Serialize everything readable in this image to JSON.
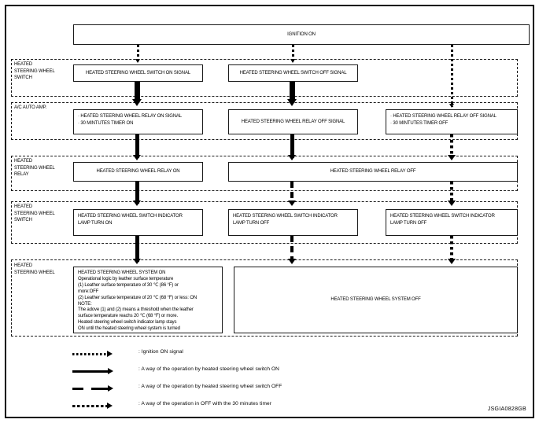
{
  "figure": {
    "code": "JSGIA0828GB"
  },
  "top": {
    "ignition": "IGNITION ON"
  },
  "rows": [
    {
      "label": "HEATED\nSTEERING WHEEL\nSWITCH",
      "boxes": [
        "HEATED STEERING WHEEL SWITCH ON SIGNAL",
        "HEATED STEERING WHEEL SWITCH OFF SIGNAL"
      ]
    },
    {
      "label": "A/C AUTO AMP.",
      "boxes": [
        {
          "lines": [
            "· HEATED STEERING WHEEL RELAY ON SIGNAL",
            "· 30 MINTUTES TIMER ON"
          ]
        },
        {
          "lines": [
            "HEATED STEERING WHEEL RELAY OFF SIGNAL"
          ]
        },
        {
          "lines": [
            "· HEATED STEERING WHEEL RELAY OFF SIGNAL",
            "· 30 MINTUTES TIMER OFF"
          ]
        }
      ]
    },
    {
      "label": "HEATED\nSTEERING WHEEL\nRELAY",
      "boxes": [
        "HEATED STEERING WHEEL RELAY ON",
        "HEATED STEERING WHEEL RELAY OFF"
      ]
    },
    {
      "label": "HEATED\nSTEERING WHEEL\nSWITCH",
      "boxes": [
        {
          "lines": [
            "HEATED STEERING WHEEL SWITCH INDICATOR",
            "LAMP TURN ON"
          ]
        },
        {
          "lines": [
            "HEATED STEERING WHEEL SWITCH INDICATOR",
            "LAMP TURN OFF"
          ]
        },
        {
          "lines": [
            "HEATED STEERING WHEEL SWITCH INDICATOR",
            "LAMP TURN OFF"
          ]
        }
      ]
    },
    {
      "label": "HEATED\nSTEERING WHEEL",
      "detail": {
        "lines": [
          "HEATED STEERING WHEEL SYSTEM ON",
          "Operational logic by leather surface temperature",
          "(1) Leather surface temperature of 30 ℃ (86 °F) or",
          "more:OFF",
          "(2) Leather surface temperature of 20 ℃ (68 °F) or less: ON",
          "NOTE:",
          "The adove (1) and (2) means a threshold when the leather",
          "surface temperature reachs 20 ℃ (68 °F) or more.",
          "Heated steering wheel switch indicator lamp stays",
          "ON until the heated steering wheel system is turned"
        ]
      },
      "off_box": "HEATED STEERING WHEEL SYSTEM OFF"
    }
  ],
  "legend": [
    {
      "symbol": "dotted-fine-arrow",
      "text": ": Ignition ON signal"
    },
    {
      "symbol": "solid-arrow",
      "text": ": A way of the operation by heated steering wheel switch ON"
    },
    {
      "symbol": "dashed-arrow",
      "text": ": A way of the operation by heated steering wheel switch OFF"
    },
    {
      "symbol": "dotted-arrow",
      "text": ": A way of the operation in OFF with the 30 minutes timer"
    }
  ]
}
